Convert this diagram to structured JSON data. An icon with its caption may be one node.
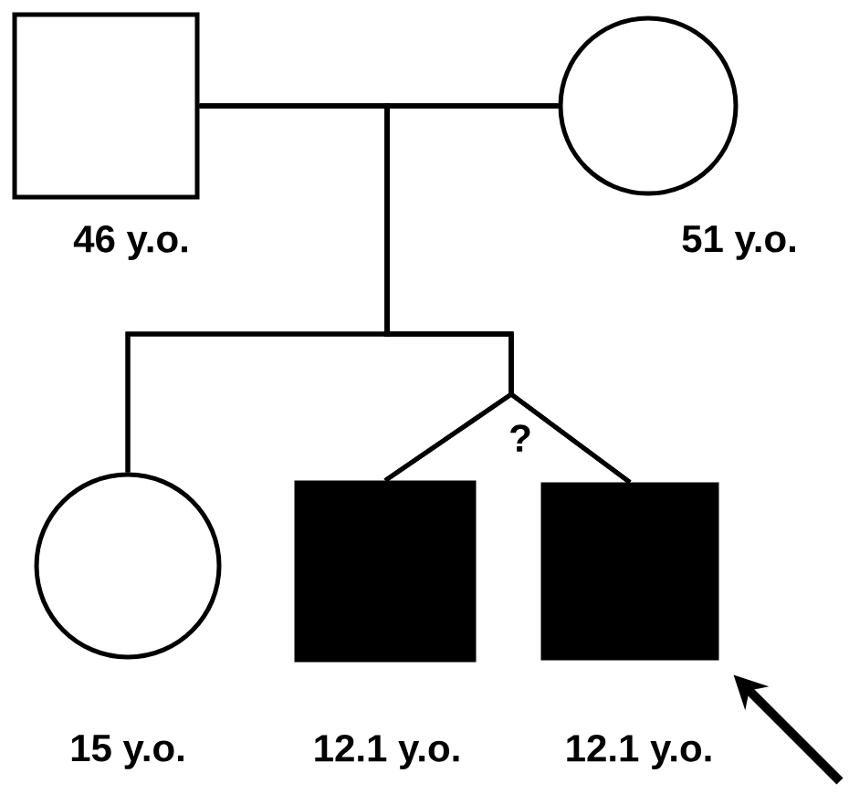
{
  "diagram": {
    "nodes": [
      {
        "text": [],
        "shape": "box",
        "beside": [
          "46 y.o."
        ]
      },
      {
        "text": [],
        "shape": "circle",
        "beside": [
          "51 y.o."
        ]
      },
      {
        "text": [],
        "shape": "circle",
        "beside": [
          "15 y.o."
        ]
      },
      {
        "text": [],
        "shape": "block",
        "beside": [
          "12.1 y.o."
        ]
      },
      {
        "text": [],
        "shape": "block",
        "beside": [
          "12.1 y.o."
        ]
      }
    ],
    "edges": [
      {
        "from": 0,
        "to": 1,
        "arrow": "none"
      },
      {
        "from": 0,
        "to": 2,
        "arrow": "none"
      },
      {
        "from": 1,
        "to": 2,
        "arrow": "none"
      },
      {
        "from": 0,
        "to": 3,
        "arrow": "none"
      },
      {
        "from": 1,
        "to": 3,
        "arrow": "none"
      },
      {
        "from": 0,
        "to": 4,
        "arrow": "none"
      },
      {
        "from": 1,
        "to": 4,
        "arrow": "none"
      },
      {
        "from": null,
        "to": 4,
        "arrow": "to",
        "style": "thick"
      }
    ],
    "labels": [
      "?"
    ]
  }
}
